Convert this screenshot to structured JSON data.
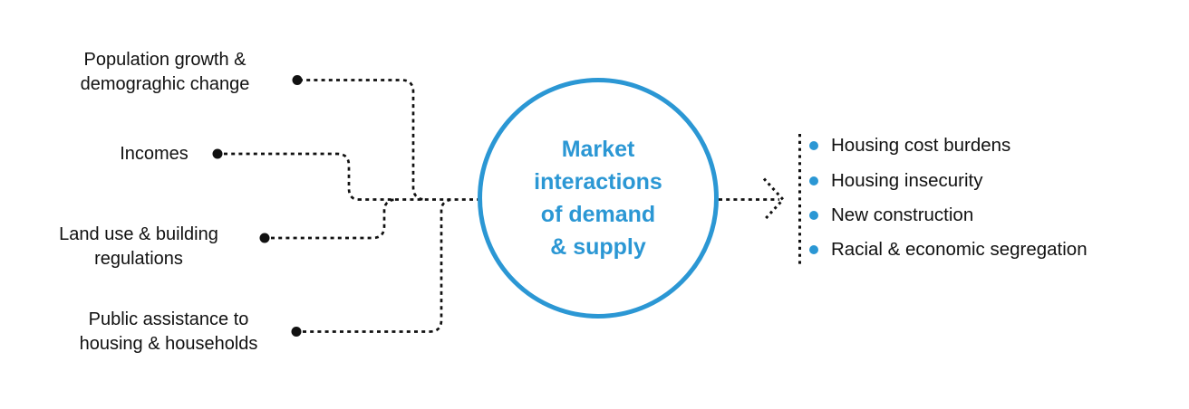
{
  "colors": {
    "accent_blue": "#2B97D4",
    "text_black": "#111111"
  },
  "diagram": {
    "inputs": [
      {
        "line1": "Population growth &",
        "line2": "demograghic change"
      },
      {
        "line1": "Incomes",
        "line2": ""
      },
      {
        "line1": "Land use & building",
        "line2": "regulations"
      },
      {
        "line1": "Public assistance to",
        "line2": "housing & households"
      }
    ],
    "center": {
      "line1": "Market",
      "line2": "interactions",
      "line3": "of demand",
      "line4": "& supply"
    },
    "outcomes": [
      "Housing cost burdens",
      "Housing insecurity",
      "New construction",
      "Racial & economic segregation"
    ]
  }
}
